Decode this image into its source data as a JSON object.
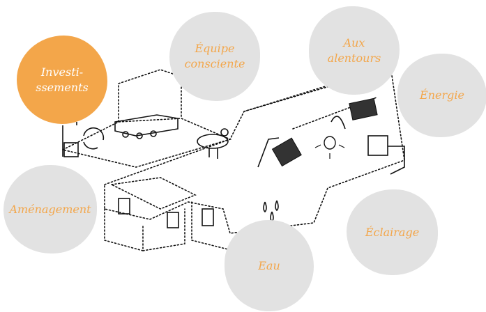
{
  "bubbles": {
    "investissements": "Investi-\nssements",
    "equipe": "Équipe\nconsciente",
    "alentours": "Aux\nalentours",
    "energie": "Énergie",
    "amenagement": "Aménagement",
    "eclairage": "Éclairage",
    "eau": "Eau"
  },
  "colors": {
    "accent": "#f3a64a",
    "bubble_grey": "#e2e2e2",
    "sketch_line": "#111111"
  },
  "icons": {
    "building": "restaurant-building-sketch-icon",
    "solar": "solar-panel-icon",
    "lamp": "lamp-icon",
    "water": "water-drop-icon",
    "recycle": "recycle-arrows-icon"
  }
}
